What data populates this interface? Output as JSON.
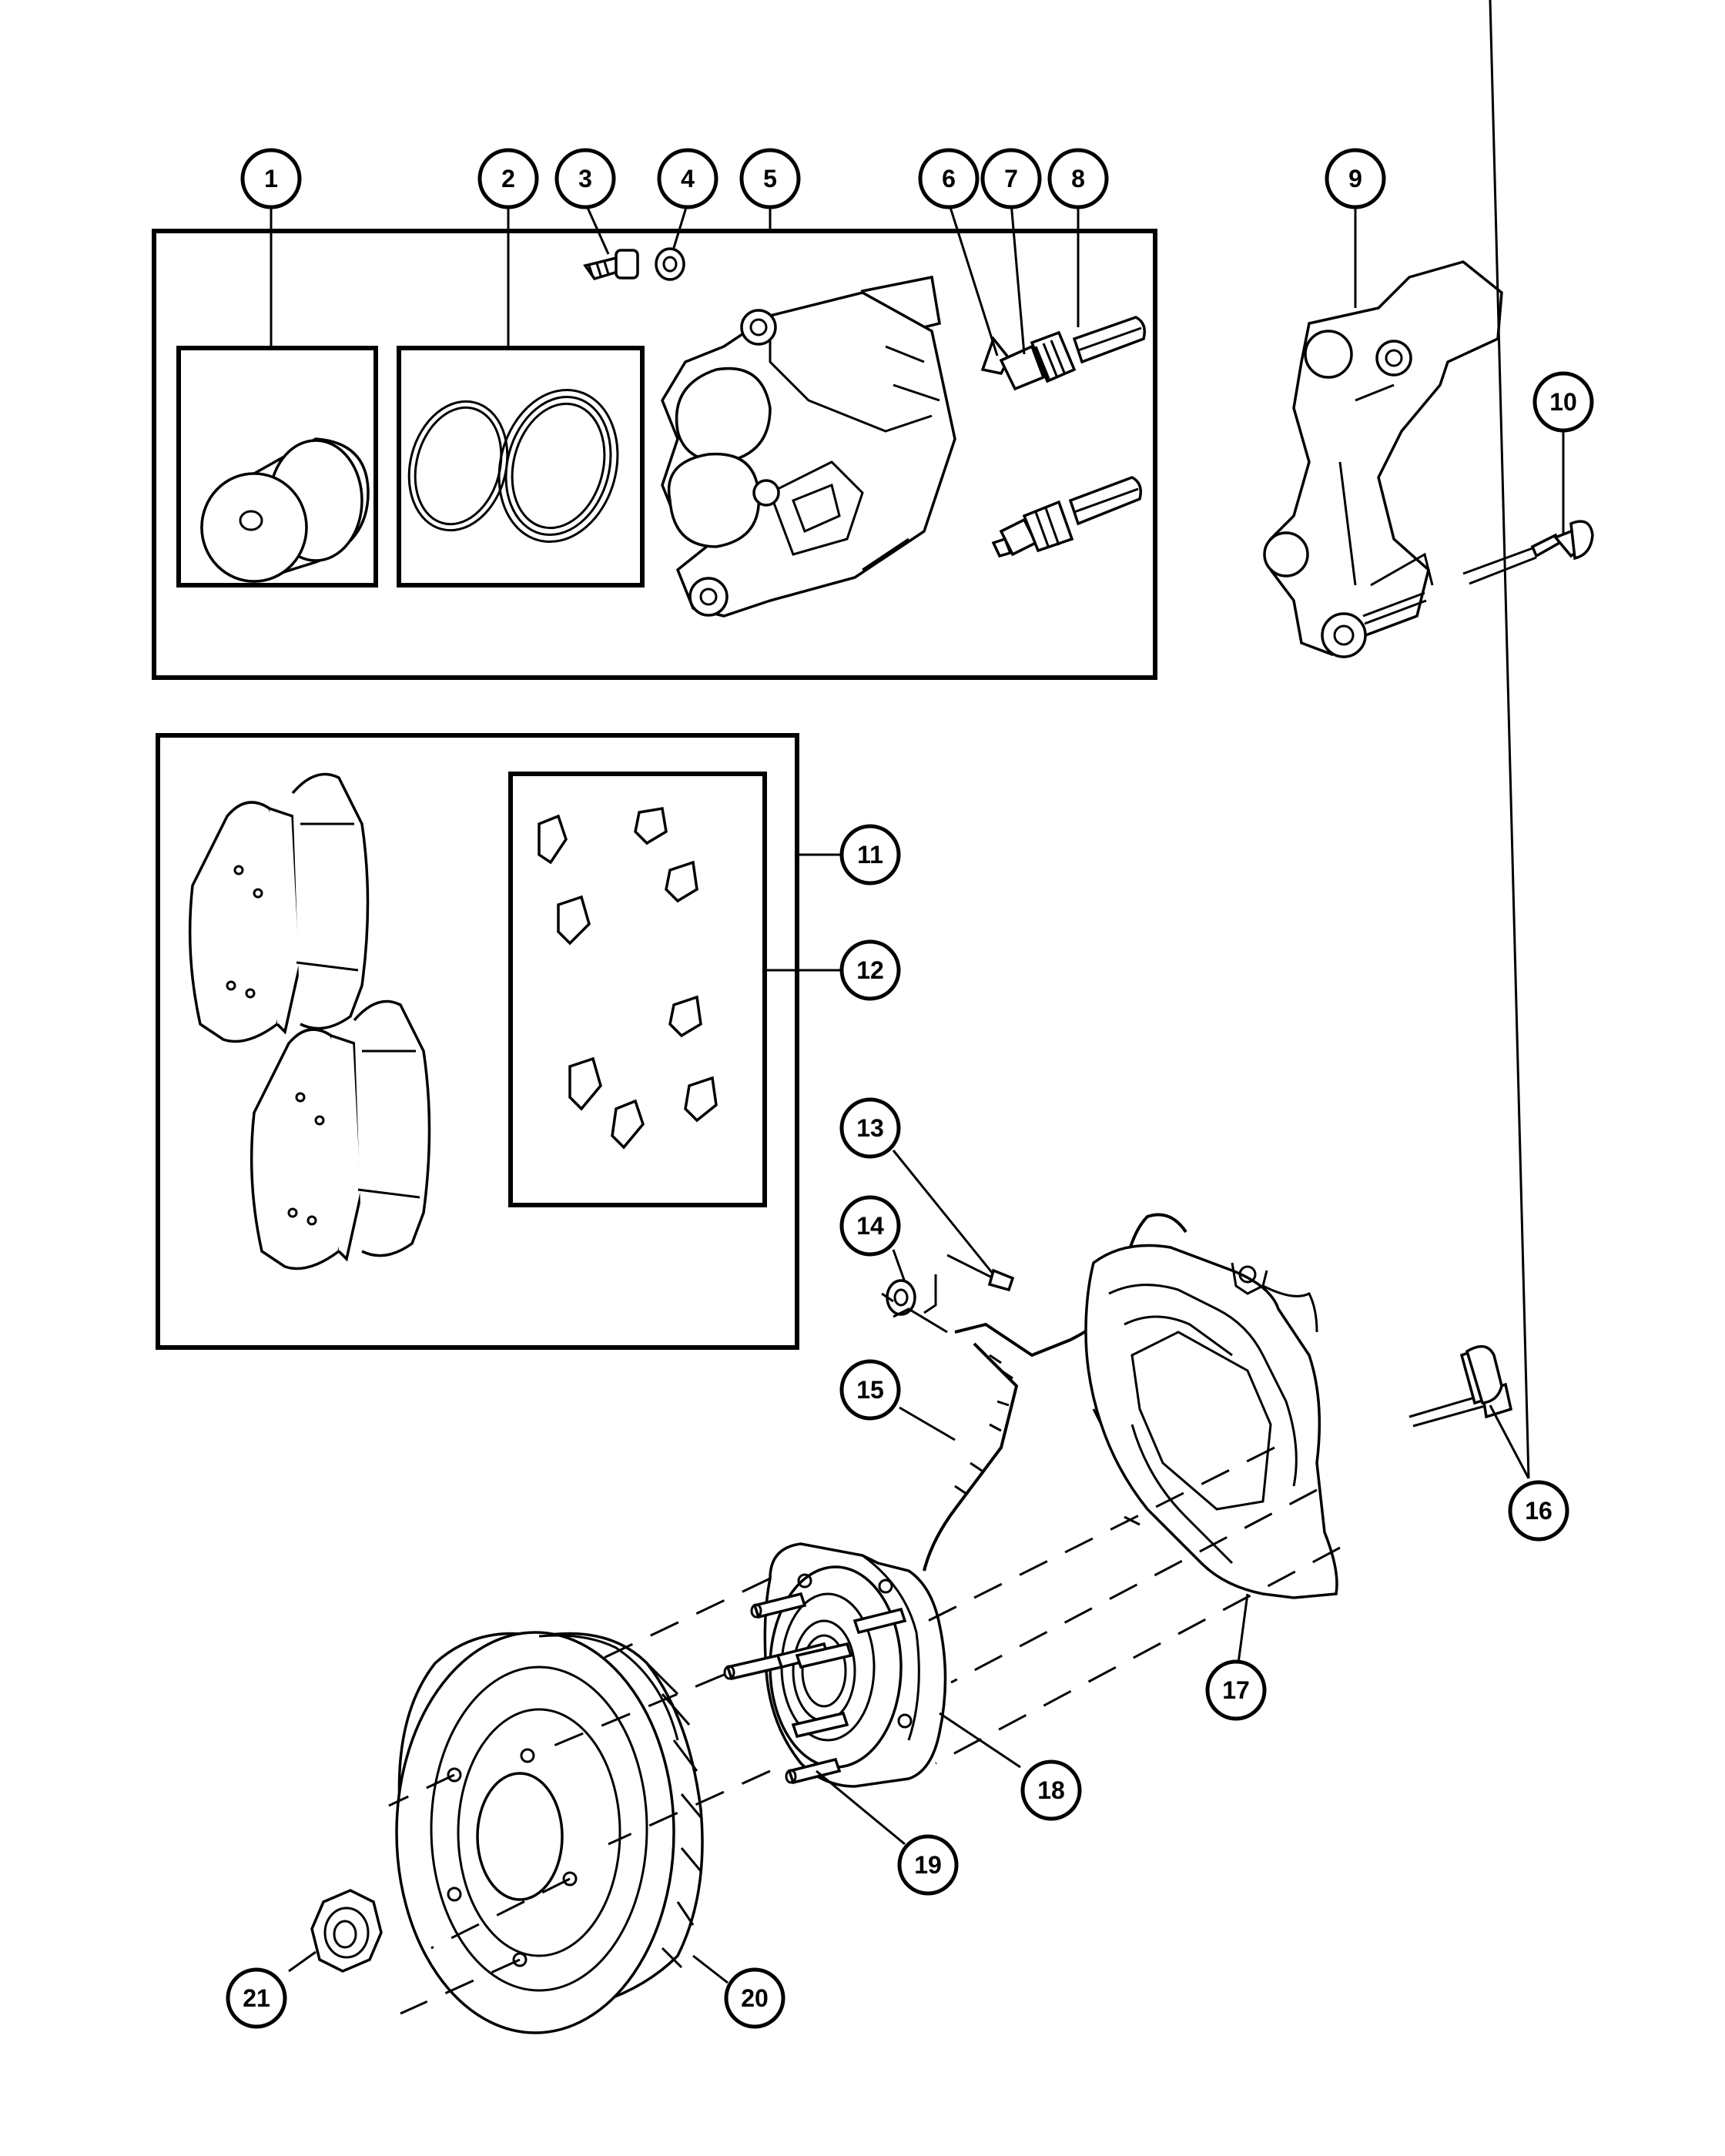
{
  "diagram": {
    "callouts": [
      {
        "id": "1",
        "label": "1"
      },
      {
        "id": "2",
        "label": "2"
      },
      {
        "id": "3",
        "label": "3"
      },
      {
        "id": "4",
        "label": "4"
      },
      {
        "id": "5",
        "label": "5"
      },
      {
        "id": "6",
        "label": "6"
      },
      {
        "id": "7",
        "label": "7"
      },
      {
        "id": "8",
        "label": "8"
      },
      {
        "id": "9",
        "label": "9"
      },
      {
        "id": "10",
        "label": "10"
      },
      {
        "id": "11",
        "label": "11"
      },
      {
        "id": "12",
        "label": "12"
      },
      {
        "id": "13",
        "label": "13"
      },
      {
        "id": "14",
        "label": "14"
      },
      {
        "id": "15",
        "label": "15"
      },
      {
        "id": "16",
        "label": "16"
      },
      {
        "id": "17",
        "label": "17"
      },
      {
        "id": "18",
        "label": "18"
      },
      {
        "id": "19",
        "label": "19"
      },
      {
        "id": "20",
        "label": "20"
      },
      {
        "id": "21",
        "label": "21"
      }
    ],
    "line_color": "#000000",
    "background": "#ffffff"
  }
}
